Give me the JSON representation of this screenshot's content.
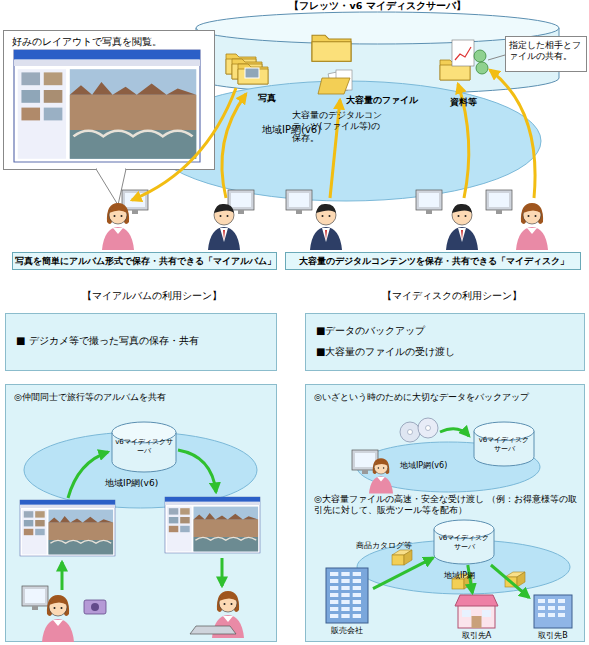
{
  "diagram": {
    "nodes": [
      {
        "text": [
          "好みのレイアウトで写真を閲覧。"
        ]
      },
      {
        "text": [
          "【フレッツ・v6 マイディスクサーバ】"
        ]
      },
      {
        "text": [
          "指定した相手とファイルの共有。"
        ]
      },
      {
        "text": [
          "地域IP網(v6)"
        ]
      },
      {
        "text": [
          "写真を簡単にアルバム形式で保存・共有できる「マイアルバム」"
        ]
      },
      {
        "text": [
          "大容量のデジタルコンテンツを保存・共有できる「マイディスク」"
        ]
      },
      {
        "text": [
          "■ デジカメ等で撮った写真の保存・共有"
        ]
      },
      {
        "text": [
          "■データのバックアップ",
          "■大容量のファイルの受け渡し"
        ]
      },
      {
        "text": [
          "◎仲間同士で旅行等のアルバムを共有"
        ]
      },
      {
        "text": [
          "地域IP網(v6)"
        ],
        "in": 8
      },
      {
        "text": [
          "v6マイディスクサーバ"
        ],
        "in": 8
      },
      {
        "text": [
          "◎いざという時のために大切なデータをバックアップ",
          "◎大容量ファイルの高速・安全な受け渡し （例：お得意様等の取引先に対して、販売ツール等を配布）"
        ]
      },
      {
        "text": [
          "地域IP網(v6)"
        ],
        "in": 11
      },
      {
        "text": [
          "v6マイディスク サーバ"
        ],
        "in": 11
      },
      {
        "text": [
          "地域IP網"
        ],
        "in": 11
      },
      {
        "text": [
          "v6マイディスク サーバ"
        ],
        "in": 11
      },
      {
        "text": [
          "販売会社"
        ],
        "in": 11
      },
      {
        "text": [
          "取引先A"
        ],
        "in": 11
      },
      {
        "text": [
          "取引先B"
        ],
        "in": 11
      }
    ],
    "edges": [
      {
        "from": 16,
        "to": 15,
        "arrow": "to"
      },
      {
        "from": 15,
        "to": 17,
        "arrow": "to"
      },
      {
        "from": 15,
        "to": 18,
        "arrow": "to"
      }
    ],
    "labels": [
      "写真",
      "大容量のファイル",
      "資料等",
      "大容量のデジタルコンテンツ(ファイル等)の保存。",
      "【マイアルバムの利用シーン】",
      "【マイディスクの利用シーン】",
      "商品カタログ等"
    ]
  }
}
